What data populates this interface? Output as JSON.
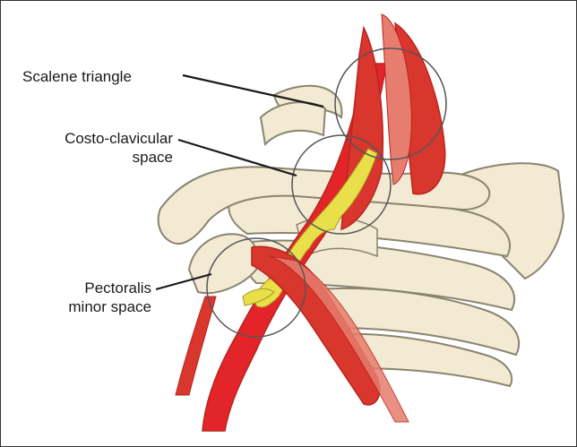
{
  "labels": {
    "scalene_triangle": "Scalene triangle",
    "costo_clavicular_line1": "Costo-clavicular",
    "costo_clavicular_line2": "space",
    "pectoralis_minor_line1": "Pectoralis",
    "pectoralis_minor_line2": "minor space"
  },
  "colors": {
    "bone_fill": "#f2ead2",
    "bone_outline": "#8a8470",
    "muscle": "#d9362e",
    "muscle_dark": "#b8241e",
    "muscle_light": "#e77d6e",
    "nerve": "#e8df4a",
    "artery": "#e3252a",
    "leader_line": "#1a1a1a",
    "circle_outline": "#555555"
  }
}
